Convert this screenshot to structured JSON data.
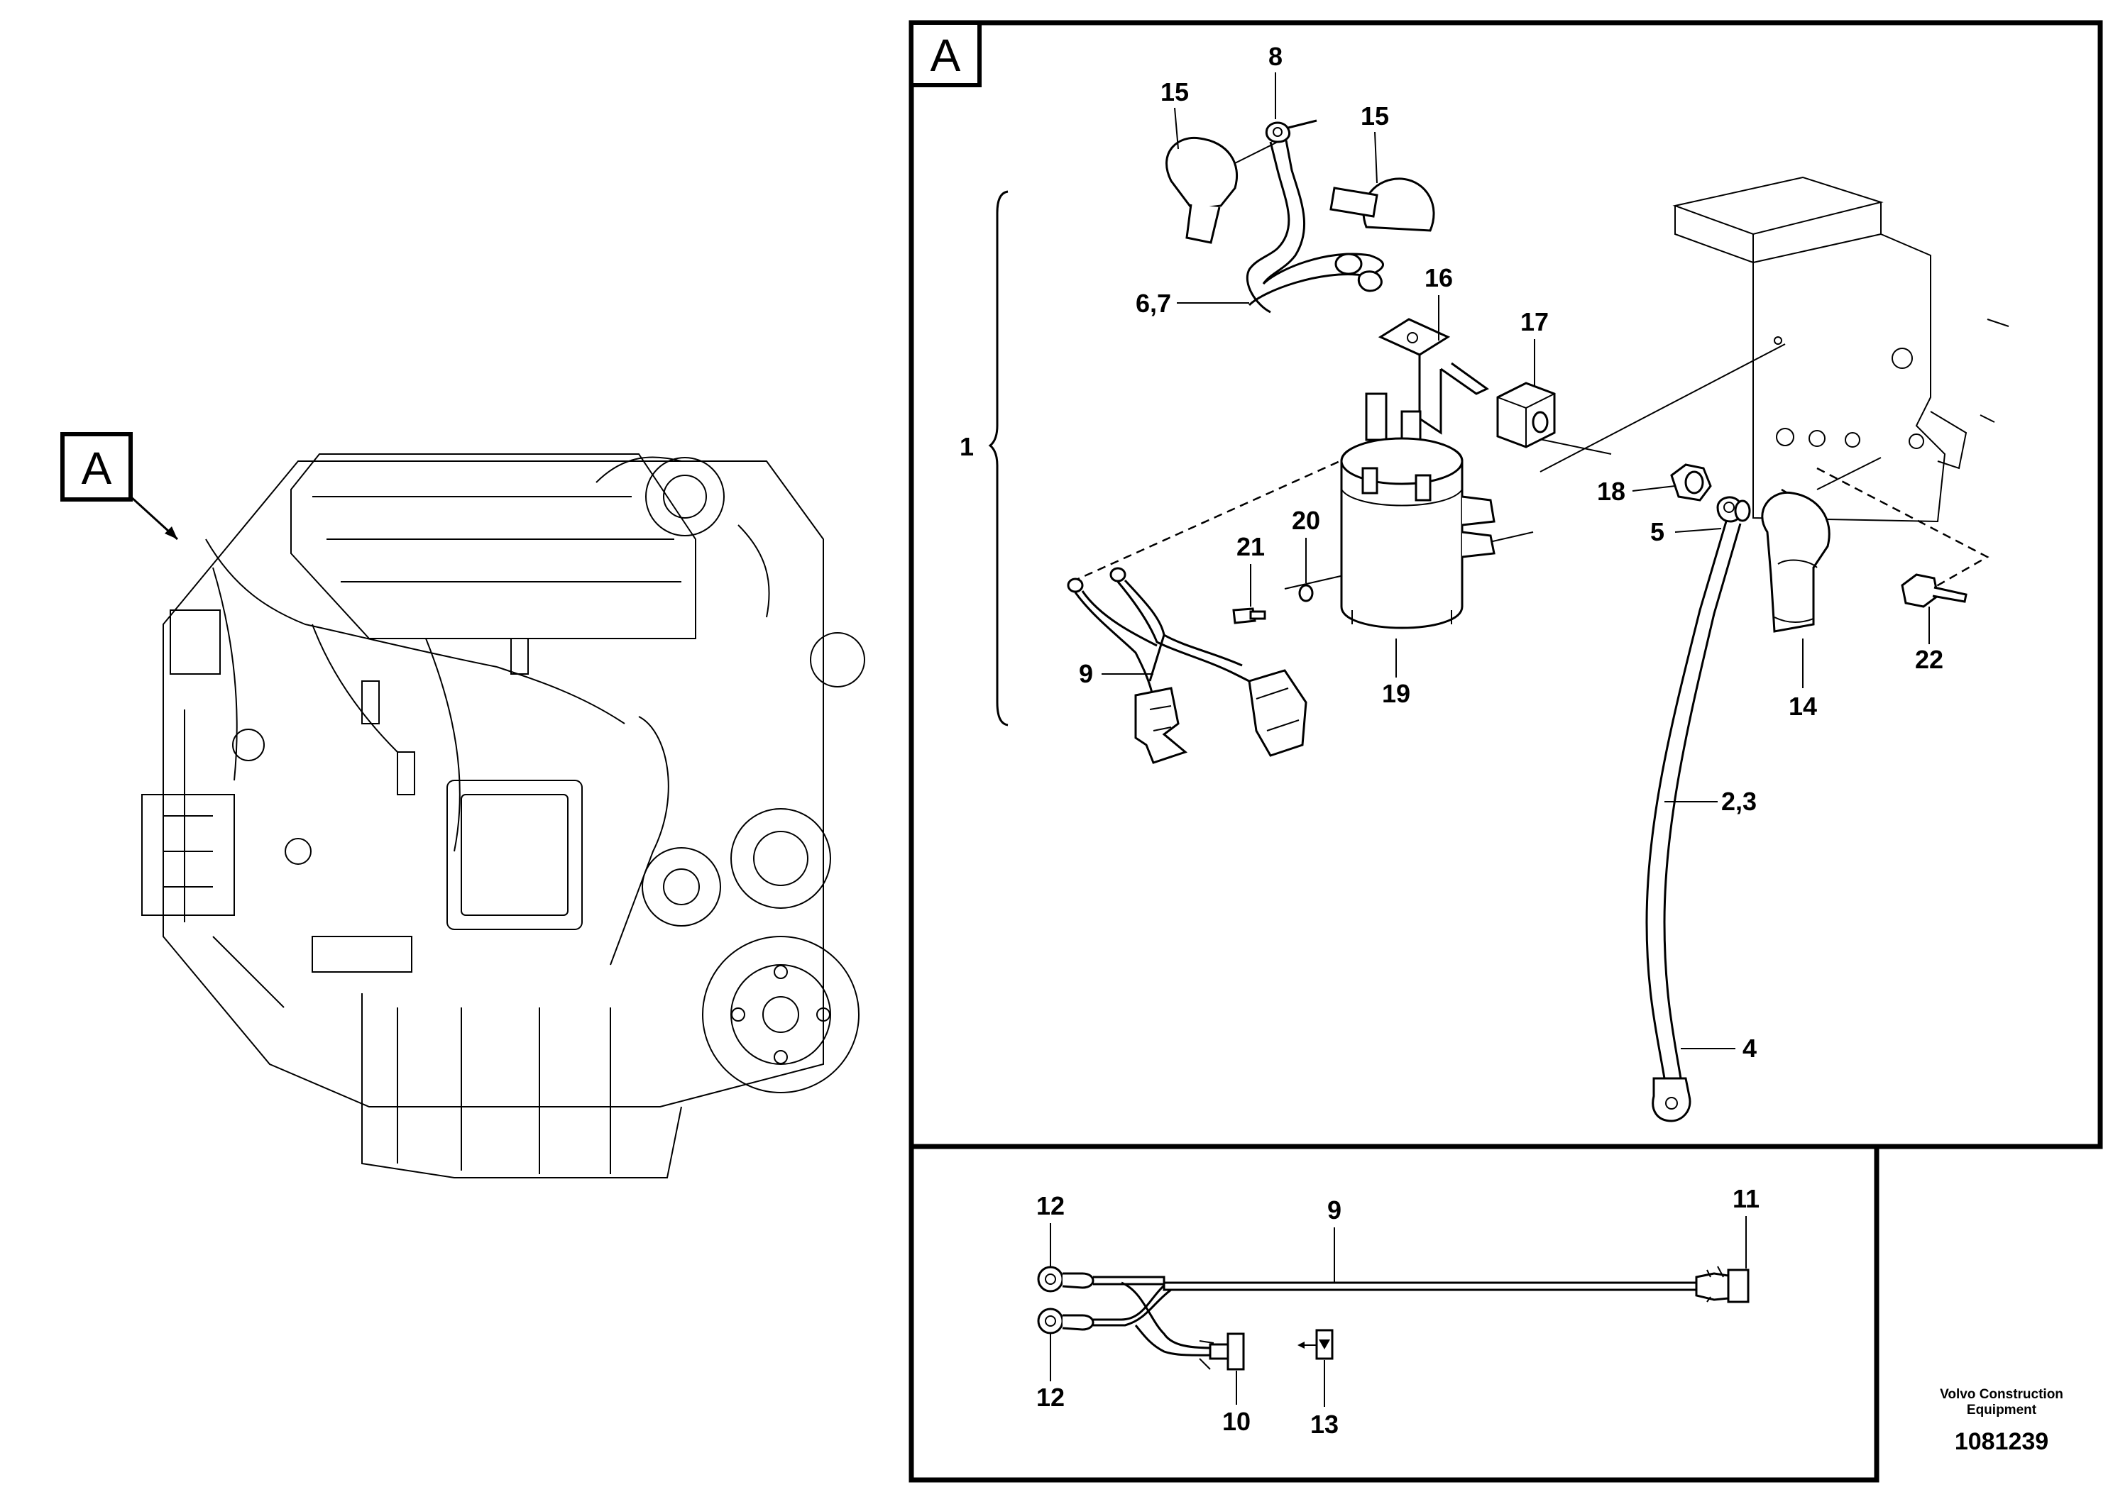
{
  "overview": {
    "detail_marker": "A"
  },
  "detail_a": {
    "frame_label": "A",
    "callouts": {
      "c1": "1",
      "c2_3": "2,3",
      "c4": "4",
      "c5": "5",
      "c6_7": "6,7",
      "c8": "8",
      "c9": "9",
      "c14": "14",
      "c15a": "15",
      "c15b": "15",
      "c16": "16",
      "c17": "17",
      "c18": "18",
      "c19": "19",
      "c20": "20",
      "c21": "21",
      "c22": "22"
    }
  },
  "harness_detail": {
    "callouts": {
      "c9": "9",
      "c10": "10",
      "c11": "11",
      "c12a": "12",
      "c12b": "12",
      "c13": "13"
    }
  },
  "footer": {
    "maker_line1": "Volvo Construction",
    "maker_line2": "Equipment",
    "doc_number": "1081239"
  }
}
